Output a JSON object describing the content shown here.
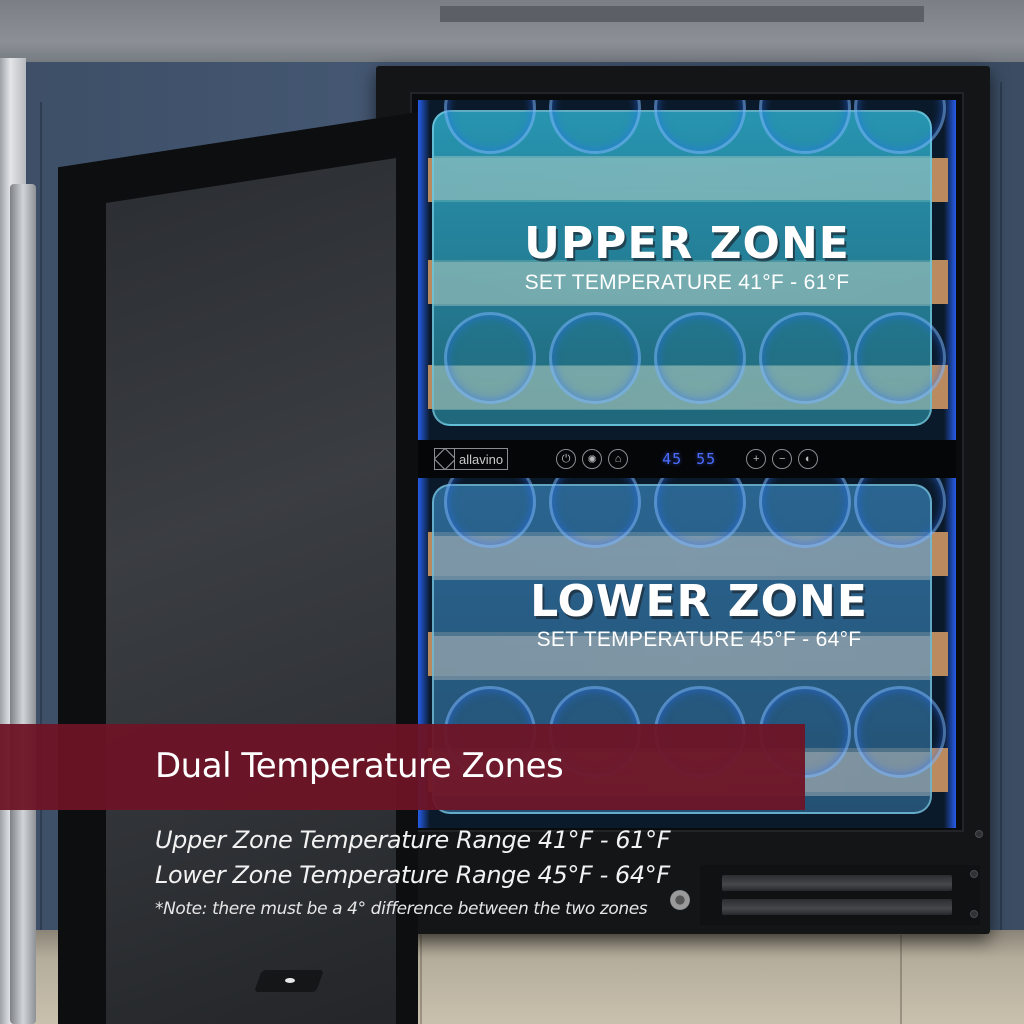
{
  "product": {
    "brand": "allavino",
    "display": {
      "upper_temp": "45",
      "lower_temp": "55",
      "unit": "F"
    },
    "controls": [
      {
        "name": "power",
        "icon": "power-icon",
        "glyph": "⏻"
      },
      {
        "name": "light",
        "icon": "light-bulb-icon",
        "glyph": "✺"
      },
      {
        "name": "lock",
        "icon": "lock-icon",
        "glyph": "⌂"
      },
      {
        "name": "plus",
        "icon": "plus-icon",
        "glyph": "+"
      },
      {
        "name": "minus",
        "icon": "minus-icon",
        "glyph": "−"
      },
      {
        "name": "zone-select",
        "icon": "zone-select-icon",
        "glyph": "◐"
      }
    ]
  },
  "zones": {
    "upper": {
      "title": "UPPER ZONE",
      "subtitle": "SET TEMPERATURE 41°F - 61°F"
    },
    "lower": {
      "title": "LOWER ZONE",
      "subtitle": "SET TEMPERATURE 45°F - 64°F"
    }
  },
  "banner": {
    "title": "Dual Temperature Zones",
    "color": "#6e1426"
  },
  "specs": {
    "upper_range": "Upper Zone Temperature Range 41°F - 61°F",
    "lower_range": "Lower Zone Temperature Range 45°F - 64°F",
    "note": "*Note: there must be a 4° difference between the two zones"
  },
  "colors": {
    "upper_overlay": "#2daac8",
    "lower_overlay": "#3278aa",
    "display_digits": "#4a6dff",
    "led_glow": "#2864ff"
  }
}
